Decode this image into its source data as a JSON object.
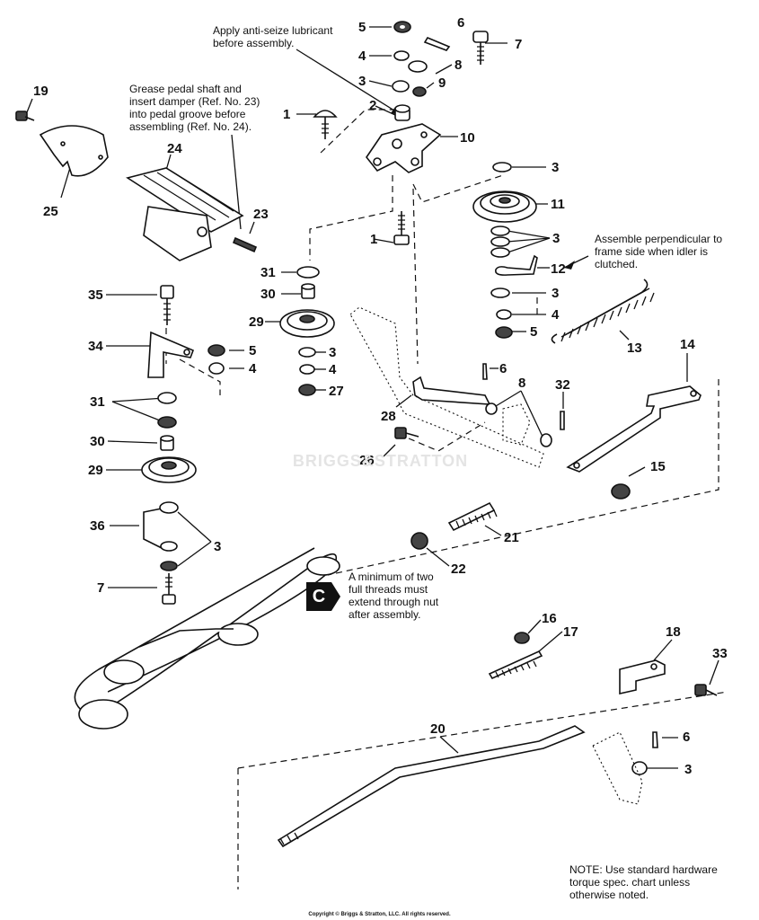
{
  "notes": {
    "anti_seize": "Apply anti-seize lubricant\nbefore assembly.",
    "grease": "Grease pedal shaft and\ninsert damper (Ref. No. 23)\ninto pedal groove before\nassembling (Ref. No. 24).",
    "perpendicular": "Assemble perpendicular to\nframe side when idler is\nclutched.",
    "threads": "A minimum of two\nfull threads must\nextend through nut\nafter assembly.",
    "torque": "NOTE: Use standard hardware\ntorque spec. chart unless\notherwise noted."
  },
  "marker": "C",
  "watermark": "BRIGGS&STRATTON",
  "copyright": "Copyright © Briggs & Stratton, LLC. All rights reserved.",
  "labels": {
    "n1a": "1",
    "n1b": "1",
    "n2": "2",
    "n3a": "3",
    "n3b": "3",
    "n3c": "3",
    "n3d": "3",
    "n3e": "3",
    "n3f": "3",
    "n4a": "4",
    "n4b": "4",
    "n4c": "4",
    "n4d": "4",
    "n5a": "5",
    "n5b": "5",
    "n5c": "5",
    "n6a": "6",
    "n6b": "6",
    "n6c": "6",
    "n7a": "7",
    "n7b": "7",
    "n8a": "8",
    "n8b": "8",
    "n9": "9",
    "n10": "10",
    "n11": "11",
    "n12": "12",
    "n13": "13",
    "n14": "14",
    "n15": "15",
    "n16": "16",
    "n17": "17",
    "n18": "18",
    "n19": "19",
    "n20": "20",
    "n21": "21",
    "n22": "22",
    "n23": "23",
    "n24": "24",
    "n25": "25",
    "n26": "26",
    "n27": "27",
    "n28": "28",
    "n29a": "29",
    "n29b": "29",
    "n30a": "30",
    "n30b": "30",
    "n31a": "31",
    "n31b": "31",
    "n32": "32",
    "n33": "33",
    "n34": "34",
    "n35": "35",
    "n36": "36"
  }
}
